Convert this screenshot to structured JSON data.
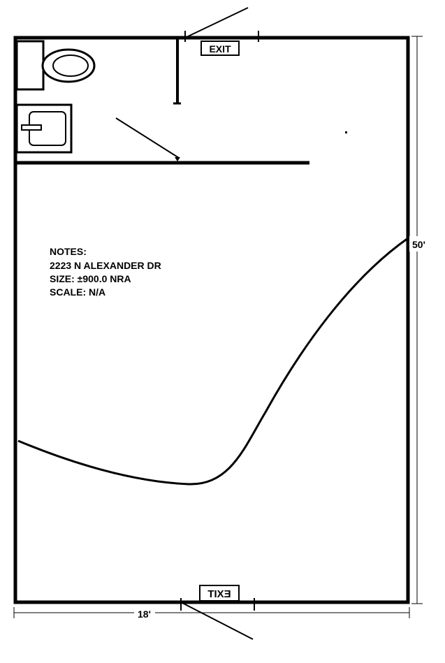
{
  "notes": {
    "heading": "NOTES:",
    "address": "2223 N ALEXANDER DR",
    "size": "SIZE: ±900.0 NRA",
    "scale": "SCALE: N/A"
  },
  "exits": {
    "top_label": "EXIT",
    "bottom_label": "EXIT"
  },
  "dimensions": {
    "height_label": "50'",
    "width_label": "18'"
  }
}
